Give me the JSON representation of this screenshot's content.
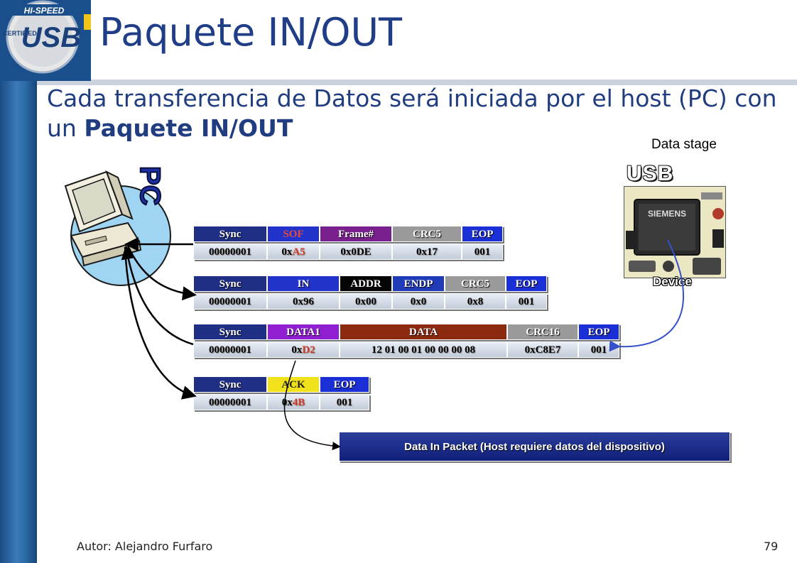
{
  "slide": {
    "title": "Paquete IN/OUT",
    "subtitle_text": "Cada transferencia de Datos será iniciada por el host (PC) con un ",
    "subtitle_bold": "Paquete IN/OUT",
    "data_stage": "Data stage",
    "usb_label": "USB",
    "device_label": "Device",
    "pc_label": "PC",
    "logo": {
      "line1": "HI-SPEED",
      "line2": "USB",
      "line3": "CERTIFIED"
    },
    "info_box": "Data In Packet (Host requiere datos del dispositivo)",
    "footer_author": "Autor: Alejandro Furfaro",
    "page_number": "79",
    "chip_text": "SIEMENS"
  },
  "packets": [
    {
      "id": "sof",
      "fields": [
        {
          "label": "Sync",
          "value": "00000001",
          "color": "#1f2f86"
        },
        {
          "label": "SOF",
          "value_pre": "0x",
          "value_hl": "A5",
          "color": "#2233cc",
          "label_color": "#e84a3a"
        },
        {
          "label": "Frame#",
          "value": "0x0DE",
          "color": "#7a1f8e"
        },
        {
          "label": "CRC5",
          "value": "0x17",
          "color": "#9a9a9a"
        },
        {
          "label": "EOP",
          "value": "001",
          "color": "#1a2fd6"
        }
      ]
    },
    {
      "id": "in",
      "fields": [
        {
          "label": "Sync",
          "value": "00000001",
          "color": "#1f2f86"
        },
        {
          "label": "IN",
          "value": "0x96",
          "color": "#2233cc"
        },
        {
          "label": "ADDR",
          "value": "0x00",
          "color": "#050505"
        },
        {
          "label": "ENDP",
          "value": "0x0",
          "color": "#1f3bb8"
        },
        {
          "label": "CRC5",
          "value": "0x8",
          "color": "#9a9a9a"
        },
        {
          "label": "EOP",
          "value": "001",
          "color": "#1a2fd6"
        }
      ]
    },
    {
      "id": "data1",
      "fields": [
        {
          "label": "Sync",
          "value": "00000001",
          "color": "#1f2f86"
        },
        {
          "label": "DATA1",
          "value_pre": "0x",
          "value_hl": "D2",
          "color": "#8f1fd0"
        },
        {
          "label": "DATA",
          "value": "12 01 00 01 00 00 00 08",
          "color": "#8c2a10"
        },
        {
          "label": "CRC16",
          "value": "0xC8E7",
          "color": "#9a9a9a"
        },
        {
          "label": "EOP",
          "value": "001",
          "color": "#1a2fd6"
        }
      ]
    },
    {
      "id": "ack",
      "fields": [
        {
          "label": "Sync",
          "value": "00000001",
          "color": "#1f2f86"
        },
        {
          "label": "ACK",
          "value_pre": "0x",
          "value_hl": "4B",
          "color": "#f2e21c",
          "label_color": "#222222"
        },
        {
          "label": "EOP",
          "value": "001",
          "color": "#1a2fd6"
        }
      ]
    }
  ]
}
